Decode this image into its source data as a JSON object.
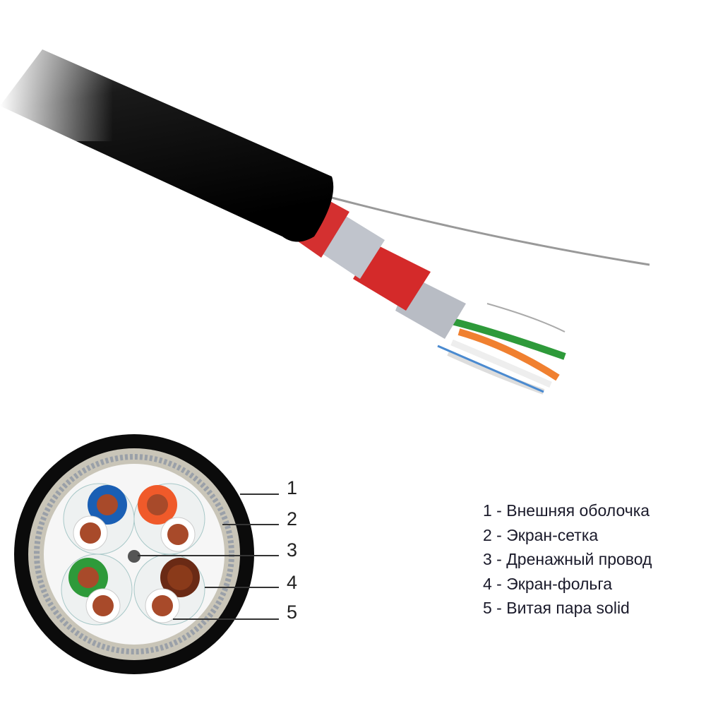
{
  "callout_numbers": [
    "1",
    "2",
    "3",
    "4",
    "5"
  ],
  "legend": [
    "1 - Внешняя оболочка",
    "2 - Экран-сетка",
    "3 - Дренажный провод",
    "4 - Экран-фольга",
    "5 - Витая пара solid"
  ],
  "colors": {
    "jacket": "#111111",
    "red_foil": "#d42a2a",
    "pair_blue": "#1a5fb4",
    "pair_orange": "#f05a2a",
    "pair_green": "#2e9a3a",
    "pair_brown": "#6a2a15",
    "copper": "#a84a2a"
  }
}
